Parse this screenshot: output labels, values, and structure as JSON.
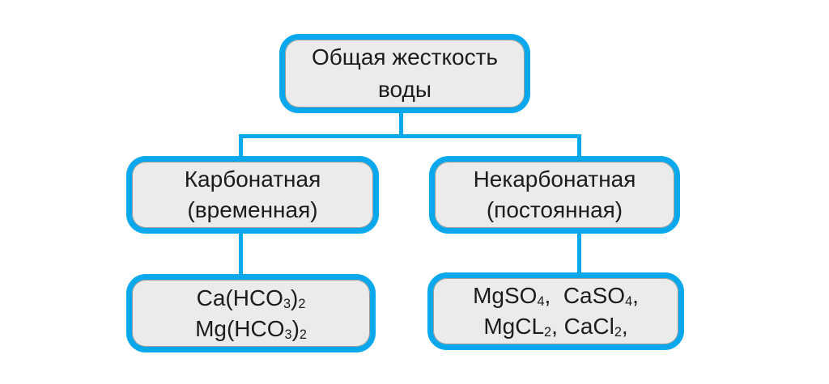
{
  "colors": {
    "accent": "#09a8ec",
    "node_fill": "#ebebeb",
    "node_inner_outline": "#9b9b9b",
    "text": "#1c1c1c",
    "background": "#ffffff"
  },
  "diagram": {
    "type": "hierarchy",
    "nodes": {
      "root": {
        "id": "root",
        "label_plain": "Общая жесткость воды",
        "lines": [
          [
            {
              "t": "Общая жесткость"
            }
          ],
          [
            {
              "t": "воды"
            }
          ]
        ]
      },
      "carbonate": {
        "id": "carbonate",
        "label_plain": "Карбонатная (временная)",
        "lines": [
          [
            {
              "t": "Карбонатная"
            }
          ],
          [
            {
              "t": "(временная)"
            }
          ]
        ]
      },
      "noncarbonate": {
        "id": "noncarbonate",
        "label_plain": "Некарбонатная (постоянная)",
        "lines": [
          [
            {
              "t": "Некарбонатная"
            }
          ],
          [
            {
              "t": "(постоянная)"
            }
          ]
        ]
      },
      "carbonate_salts": {
        "id": "carbonate_salts",
        "label_plain": "Ca(HCO3)2 Mg(HCO3)2",
        "lines": [
          [
            {
              "t": "Ca(HCO"
            },
            {
              "t": "3",
              "sub": true
            },
            {
              "t": ")"
            },
            {
              "t": "2",
              "sub": true
            }
          ],
          [
            {
              "t": "Mg(HCO"
            },
            {
              "t": "3",
              "sub": true
            },
            {
              "t": ")"
            },
            {
              "t": "2",
              "sub": true
            }
          ]
        ]
      },
      "noncarbonate_salts": {
        "id": "noncarbonate_salts",
        "label_plain": "MgSO4, CaSO4, MgCL2, CaCl2,",
        "lines": [
          [
            {
              "t": "MgSO"
            },
            {
              "t": "4",
              "sub": true
            },
            {
              "t": ",  CaSO"
            },
            {
              "t": "4",
              "sub": true
            },
            {
              "t": ","
            }
          ],
          [
            {
              "t": "MgCL"
            },
            {
              "t": "2",
              "sub": true
            },
            {
              "t": ", CaCl"
            },
            {
              "t": "2",
              "sub": true
            },
            {
              "t": ","
            }
          ]
        ]
      }
    },
    "edges": [
      {
        "from": "root",
        "to": "carbonate"
      },
      {
        "from": "root",
        "to": "noncarbonate"
      },
      {
        "from": "carbonate",
        "to": "carbonate_salts"
      },
      {
        "from": "noncarbonate",
        "to": "noncarbonate_salts"
      }
    ]
  }
}
